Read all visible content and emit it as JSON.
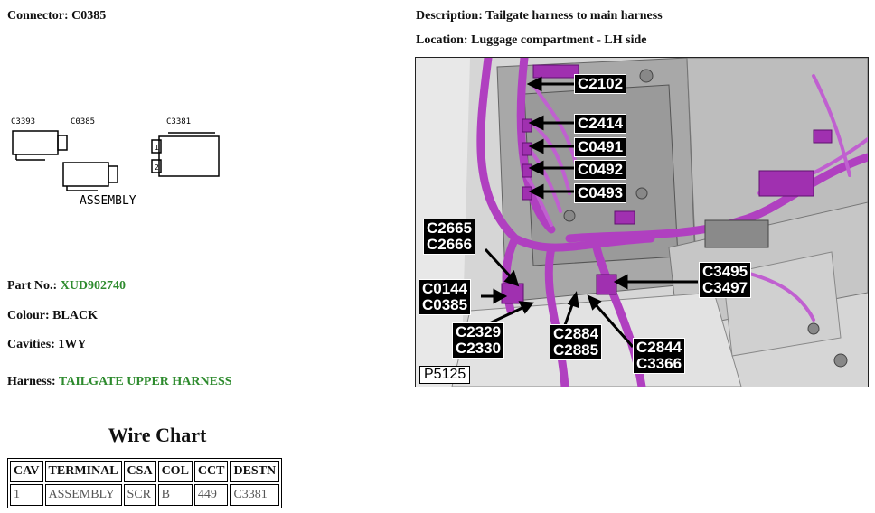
{
  "connector": {
    "label": "Connector:",
    "value": "C0385"
  },
  "description": {
    "label": "Description:",
    "value": "Tailgate harness to main harness"
  },
  "location": {
    "label": "Location:",
    "value": "Luggage compartment - LH side"
  },
  "part_no": {
    "label": "Part No.:",
    "value": "XUD902740"
  },
  "colour": {
    "label": "Colour:",
    "value": "BLACK"
  },
  "cavities": {
    "label": "Cavities:",
    "value": "1WY"
  },
  "harness": {
    "label": "Harness:",
    "value": "TAILGATE UPPER HARNESS"
  },
  "sketch": {
    "labels": [
      "C3393",
      "C0385",
      "C3381"
    ],
    "caption": "ASSEMBLY",
    "pins": [
      "1",
      "2"
    ]
  },
  "wire_chart": {
    "title": "Wire Chart",
    "headers": [
      "CAV",
      "TERMINAL",
      "CSA",
      "COL",
      "CCT",
      "DESTN"
    ],
    "rows": [
      [
        "1",
        "ASSEMBLY",
        "SCR",
        "B",
        "449",
        "C3381"
      ]
    ]
  },
  "photo": {
    "ref": "P5125",
    "callouts": [
      "C2102",
      "C2414",
      "C0491",
      "C0492",
      "C0493"
    ],
    "callout_pairs": [
      [
        "C2665",
        "C2666"
      ],
      [
        "C0144",
        "C0385"
      ],
      [
        "C2329",
        "C2330"
      ],
      [
        "C2884",
        "C2885"
      ],
      [
        "C2844",
        "C3366"
      ],
      [
        "C3495",
        "C3497"
      ]
    ]
  },
  "colors": {
    "green_text": "#2e8b2e",
    "harness_magenta": "#b040c0"
  }
}
